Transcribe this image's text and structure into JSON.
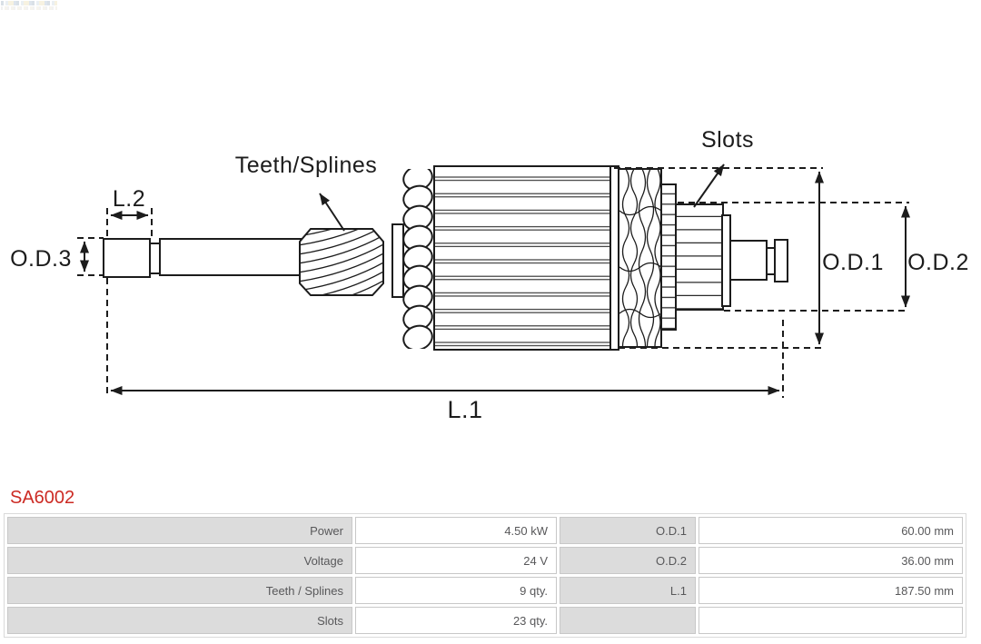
{
  "diagram": {
    "labels": {
      "l2": "L.2",
      "od3": "O.D.3",
      "teeth_splines": "Teeth/Splines",
      "slots": "Slots",
      "od1": "O.D.1",
      "od2": "O.D.2",
      "l1": "L.1"
    }
  },
  "part": {
    "number": "SA6002"
  },
  "table": {
    "rows": [
      {
        "c1": "Power",
        "c2": "4.50 kW",
        "c3": "O.D.1",
        "c4": "60.00 mm"
      },
      {
        "c1": "Voltage",
        "c2": "24 V",
        "c3": "O.D.2",
        "c4": "36.00 mm"
      },
      {
        "c1": "Teeth / Splines",
        "c2": "9 qty.",
        "c3": "L.1",
        "c4": "187.50 mm"
      },
      {
        "c1": "Slots",
        "c2": "23 qty.",
        "c3": "",
        "c4": ""
      }
    ]
  },
  "colors": {
    "accent_red": "#cc2b24",
    "table_label_bg": "#dcdcdc",
    "table_border": "#c8c8c8",
    "table_text": "#58585a",
    "line_color": "#1c1c1c"
  }
}
